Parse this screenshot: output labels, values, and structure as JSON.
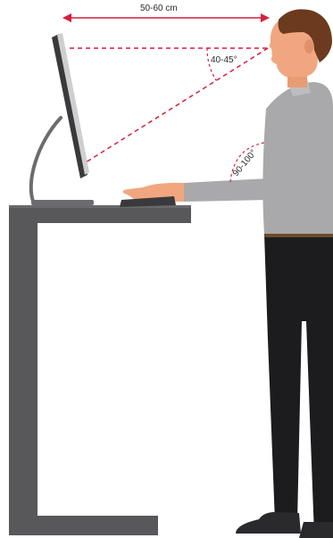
{
  "labels": {
    "distance": "50-60 cm",
    "gaze_angle": "40-45°",
    "elbow_angle": "90-100°"
  },
  "colors": {
    "measure_line": "#d61f3c",
    "desk": "#58585b",
    "monitor_frame": "#3a3a3d",
    "monitor_screen": "#cfcfd2",
    "skin": "#f0a77f",
    "hair": "#6b3a1f",
    "shirt": "#a9a9ab",
    "pants": "#1c1c1e",
    "shoes": "#2a2a2c",
    "belt": "#6b4a2a"
  }
}
